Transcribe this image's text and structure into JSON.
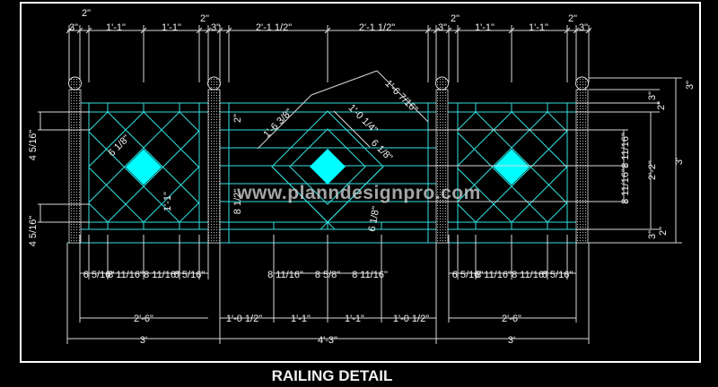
{
  "title": "RAILING DETAIL",
  "watermark": "www.planndesignpro.com",
  "colors": {
    "background": "#000000",
    "rail": "#33e0e0",
    "infill": "#00ffff",
    "dimension": "#d8d8d8",
    "frame": "#ffffff"
  },
  "dimensions": {
    "top": [
      "3\"",
      "2\"",
      "1'-1\"",
      "1'-1\"",
      "2\"",
      "3\"",
      "2'-1 1/2\"",
      "2'-1 1/2\"",
      "3\"",
      "2\"",
      "1'-1\"",
      "1'-1\"",
      "2\"",
      "3\""
    ],
    "left": [
      "4 5/16\"",
      "4 5/16\""
    ],
    "panel": [
      "6 1/8\"",
      "1'-1\"",
      "2\"",
      "1'-6 3/8\"",
      "1'-0 1/4\"",
      "1'-6 7/16\"",
      "6 1/8\"",
      "8 1/2\"",
      "6 1/8\""
    ],
    "right": [
      "3\"",
      "3\"",
      "2\"",
      "8 11/16\"",
      "8 11/16\"",
      "2'-2\"",
      "3'",
      "3\"",
      "2\""
    ],
    "bottom_row1": [
      "6 5/16\"",
      "8 11/16\"",
      "8 11/16\"",
      "6 5/16\"",
      "8 11/16\"",
      "8 5/8\"",
      "8 11/16\"",
      "6 5/16\"",
      "8 11/16\"",
      "8 11/16\"",
      "6 5/16\""
    ],
    "bottom_row2": [
      "2'-6\"",
      "1'-0 1/2\"",
      "1'-1\"",
      "1'-1\"",
      "1'-0 1/2\"",
      "2'-6\""
    ],
    "bottom_row3": [
      "3'",
      "4'-3\"",
      "3'"
    ]
  }
}
